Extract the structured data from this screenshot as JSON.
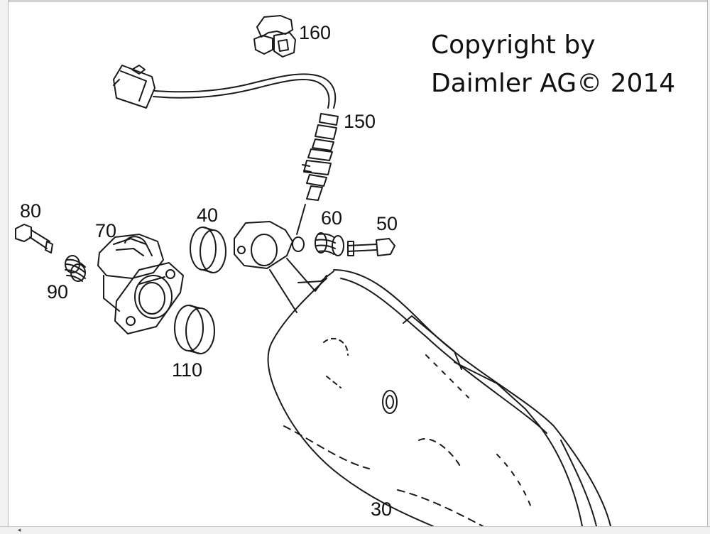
{
  "copyright": {
    "line1": "Copyright by",
    "line2": "Daimler AG© 2014"
  },
  "callouts": {
    "p160": "160",
    "p150": "150",
    "p80": "80",
    "p70": "70",
    "p40": "40",
    "p60": "60",
    "p50": "50",
    "p90": "90",
    "p110": "110",
    "p30": "30"
  },
  "scrollbar": {
    "arrow_icon": "triangle-left-icon"
  }
}
